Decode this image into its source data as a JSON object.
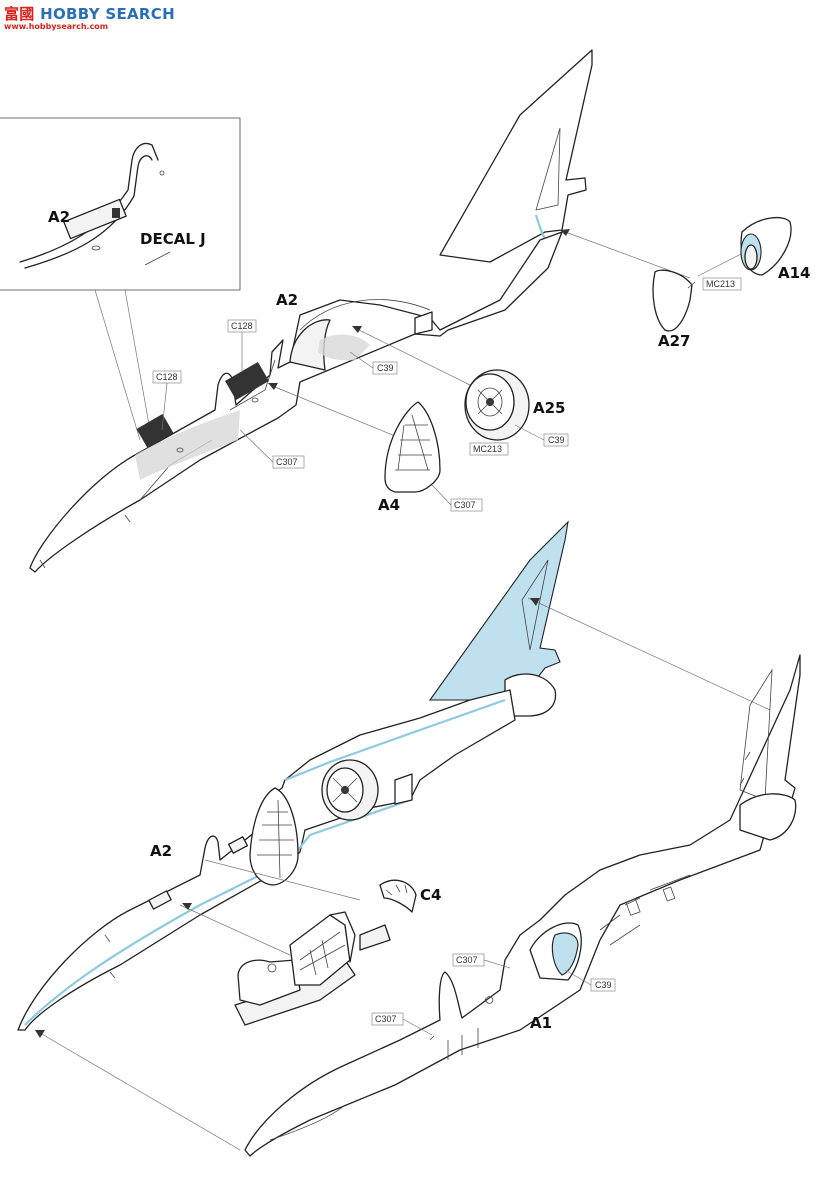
{
  "watermark": {
    "brand_cn": "富國",
    "brand_en": "HOBBY SEARCH",
    "url": "www.hobbysearch.com"
  },
  "callouts": {
    "inset_a2": "A2",
    "decal_j": "DECAL J",
    "a2_upper": "A2",
    "a27": "A27",
    "a14": "A14",
    "a25": "A25",
    "a4": "A4",
    "a2_lower": "A2",
    "c4": "C4",
    "a1": "A1"
  },
  "codes": {
    "c128_a": "C128",
    "c128_b": "C128",
    "c39_a": "C39",
    "c307_a": "C307",
    "mc213_a": "MC213",
    "c39_b": "C39",
    "c307_b": "C307",
    "mc213_b": "MC213",
    "c307_c": "C307",
    "c39_c": "C39",
    "c307_d": "C307"
  },
  "colors": {
    "part_highlight": "#bfe0ee",
    "watermark_blue": "#2a6fb5",
    "watermark_red": "#d9231f"
  }
}
